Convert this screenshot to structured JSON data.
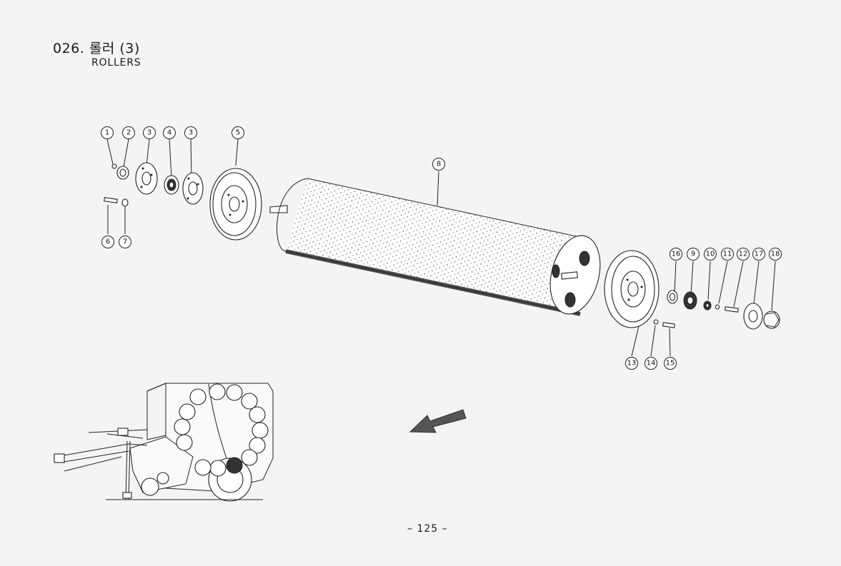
{
  "title": {
    "number": "026.",
    "korean": "롤러 (3)",
    "english": "ROLLERS"
  },
  "page_number": "125",
  "callouts": [
    {
      "id": "c1",
      "label": "1"
    },
    {
      "id": "c2",
      "label": "2"
    },
    {
      "id": "c3a",
      "label": "3"
    },
    {
      "id": "c4",
      "label": "4"
    },
    {
      "id": "c3b",
      "label": "3"
    },
    {
      "id": "c5",
      "label": "5"
    },
    {
      "id": "c6",
      "label": "6"
    },
    {
      "id": "c7",
      "label": "7"
    },
    {
      "id": "c8",
      "label": "8"
    },
    {
      "id": "c16",
      "label": "16"
    },
    {
      "id": "c9",
      "label": "9"
    },
    {
      "id": "c10",
      "label": "10"
    },
    {
      "id": "c11",
      "label": "11"
    },
    {
      "id": "c12",
      "label": "12"
    },
    {
      "id": "c17",
      "label": "17"
    },
    {
      "id": "c18",
      "label": "18"
    },
    {
      "id": "c13",
      "label": "13"
    },
    {
      "id": "c14",
      "label": "14"
    },
    {
      "id": "c15",
      "label": "15"
    }
  ]
}
